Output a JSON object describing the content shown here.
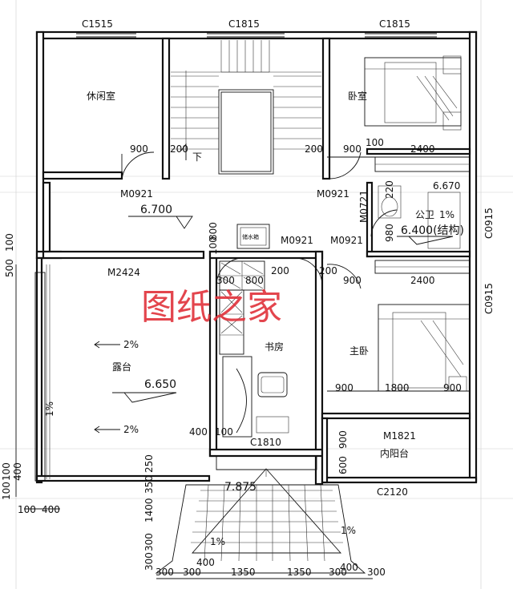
{
  "drawing": {
    "rooms": {
      "lounge": "休闲室",
      "stair_down": "下",
      "bedroom": "卧室",
      "public_bath": "公卫",
      "terrace": "露台",
      "study": "书房",
      "master_bedroom": "主卧",
      "inner_balcony": "内阳台",
      "tank": "储水箱"
    },
    "elevations": {
      "hall": "6.700",
      "bath": "6.400(结构)",
      "terrace": "6.650",
      "porch": "7.875",
      "bath_top": "6.670"
    },
    "slopes": {
      "bath": "1%",
      "terrace_1": "2%",
      "terrace_2": "2%",
      "terrace_edge": "1%",
      "porch_left": "1%",
      "porch_right": "1%"
    },
    "windows": {
      "w_top_left": "C1515",
      "w_top_mid": "C1815",
      "w_top_right": "C1815",
      "w_right_bath": "C0915",
      "w_right_master": "C0915",
      "w_study": "C1810",
      "w_balcony": "C2120"
    },
    "doors": {
      "d_lounge": "M0921",
      "d_bedroom": "M0921",
      "d_bath": "M0721",
      "d_study": "M0921",
      "d_master": "M0921",
      "d_terrace": "M2424",
      "d_balcony": "M1821"
    },
    "dimensions": {
      "d900_a": "900",
      "d200_a": "200",
      "d200_b": "200",
      "d900_b": "900",
      "d2400_a": "2400",
      "d100_a": "100",
      "d220": "220",
      "d980": "980",
      "d800_v": "800",
      "d100_v": "100",
      "d300": "300",
      "d800_h": "800",
      "d200_c": "200",
      "d200_d": "200",
      "d900_c": "900",
      "d2400_b": "2400",
      "d900_m1": "900",
      "d1800_m": "1800",
      "d900_m2": "900",
      "d400_s": "400",
      "d100_s": "100",
      "d900_bal": "900",
      "d600_bal": "600",
      "d500_l": "500",
      "d100_l": "100",
      "d100_l2": "100",
      "d400_l": "400",
      "d100_l3": "100",
      "d100_bl": "100",
      "d400_bl": "400",
      "d250": "250",
      "d350": "350",
      "d1400": "1400",
      "d300_v1": "300",
      "d300_v2": "300",
      "d300_b1": "300",
      "d300_b2": "300",
      "d1350_a": "1350",
      "d1350_b": "1350",
      "d300_b3": "300",
      "d300_b4": "300",
      "d400_b1": "400",
      "d400_b2": "400"
    },
    "watermark": "图纸之家"
  }
}
